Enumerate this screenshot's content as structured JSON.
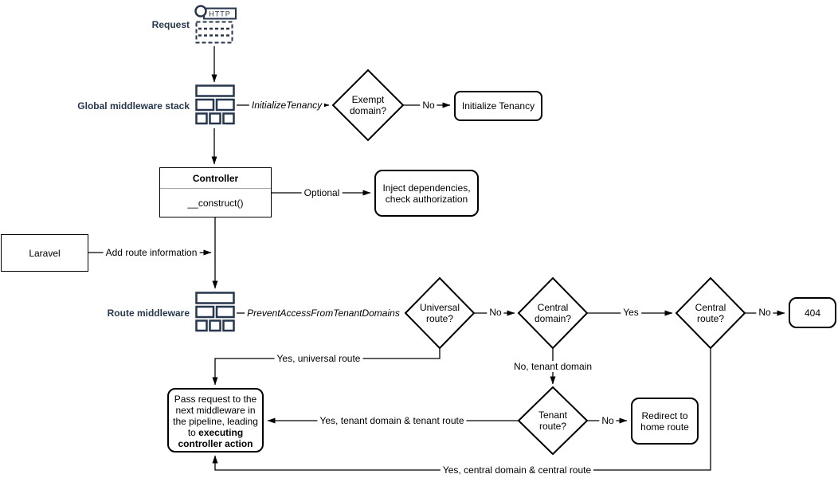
{
  "colors": {
    "accent": "#26374e",
    "stroke": "#000000",
    "background": "#ffffff"
  },
  "icons": {
    "request": "http-request-icon",
    "global_middleware": "middleware-stack-icon",
    "route_middleware": "middleware-stack-icon"
  },
  "nodes": {
    "request": {
      "label": "Request",
      "icon_text": "HTTP"
    },
    "global_middleware_stack": {
      "label": "Global middleware stack"
    },
    "exempt_domain": {
      "label": "Exempt domain?"
    },
    "initialize_tenancy": {
      "label": "Initialize Tenancy"
    },
    "controller": {
      "title": "Controller",
      "member": "__construct()"
    },
    "inject_dependencies": {
      "label": "Inject dependencies, check authorization"
    },
    "laravel": {
      "label": "Laravel"
    },
    "route_middleware": {
      "label": "Route middleware"
    },
    "universal_route": {
      "label": "Universal route?"
    },
    "central_domain": {
      "label": "Central domain?"
    },
    "central_route": {
      "label": "Central route?"
    },
    "error_404": {
      "label": "404"
    },
    "tenant_route": {
      "label": "Tenant route?"
    },
    "redirect_home": {
      "label": "Redirect to home route"
    },
    "pass_request": {
      "text": "Pass request to the next middleware in the pipeline, leading to ",
      "emphasis": "executing controller action"
    }
  },
  "edge_labels": {
    "initialize_tenancy": "InitializeTenancy",
    "exempt_no": "No",
    "optional": "Optional",
    "add_route_information": "Add route information",
    "prevent_access": "PreventAccessFromTenantDomains",
    "universal_no": "No",
    "central_domain_yes": "Yes",
    "central_route_no": "No",
    "yes_universal_route": "Yes, universal route",
    "no_tenant_domain": "No, tenant domain",
    "tenant_no": "No",
    "yes_tenant": "Yes, tenant domain & tenant route",
    "yes_central": "Yes, central domain & central route"
  }
}
